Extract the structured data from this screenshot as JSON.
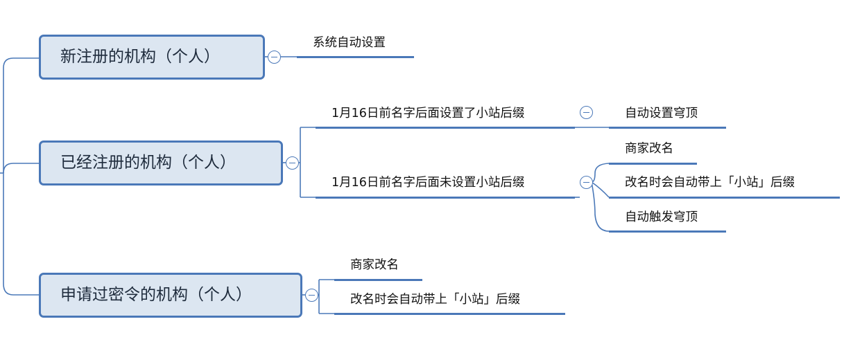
{
  "topics": [
    {
      "label": "新注册的机构（个人）",
      "children": [
        {
          "label": "系统自动设置"
        }
      ]
    },
    {
      "label": "已经注册的机构（个人）",
      "children": [
        {
          "label": "1月16日前名字后面设置了小站后缀",
          "children": [
            {
              "label": "自动设置穹顶"
            }
          ]
        },
        {
          "label": "1月16日前名字后面未设置小站后缀",
          "children": [
            {
              "label": "商家改名"
            },
            {
              "label": "改名时会自动带上「小站」后缀"
            },
            {
              "label": "自动触发穹顶"
            }
          ]
        }
      ]
    },
    {
      "label": "申请过密令的机构（个人）",
      "children": [
        {
          "label": "商家改名"
        },
        {
          "label": "改名时会自动带上「小站」后缀"
        }
      ]
    }
  ],
  "colors": {
    "accent": "#4a78b8",
    "topic_fill": "#dce6f1"
  }
}
